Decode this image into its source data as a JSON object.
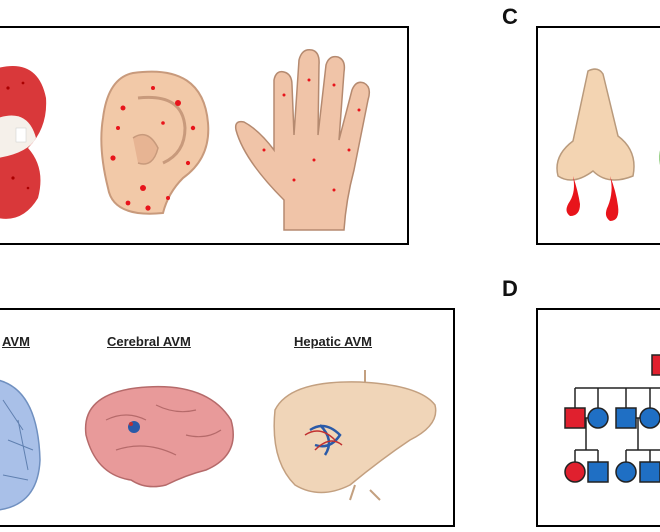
{
  "panels": {
    "c": {
      "letter": "C"
    },
    "d": {
      "letter": "D"
    }
  },
  "organs": {
    "lung_caption_fragment": "AVM",
    "cerebral_caption": "Cerebral AVM",
    "hepatic_caption": "Hepatic AVM"
  },
  "colors": {
    "telangiectasia_red": "#e8141b",
    "skin": "#f2c9a8",
    "lung_blue": "#a9c0e8",
    "brain_pink": "#e89a9a",
    "liver_tan": "#f0d5b8",
    "pedigree_red": "#e0202e",
    "pedigree_blue": "#1f6fc4"
  }
}
